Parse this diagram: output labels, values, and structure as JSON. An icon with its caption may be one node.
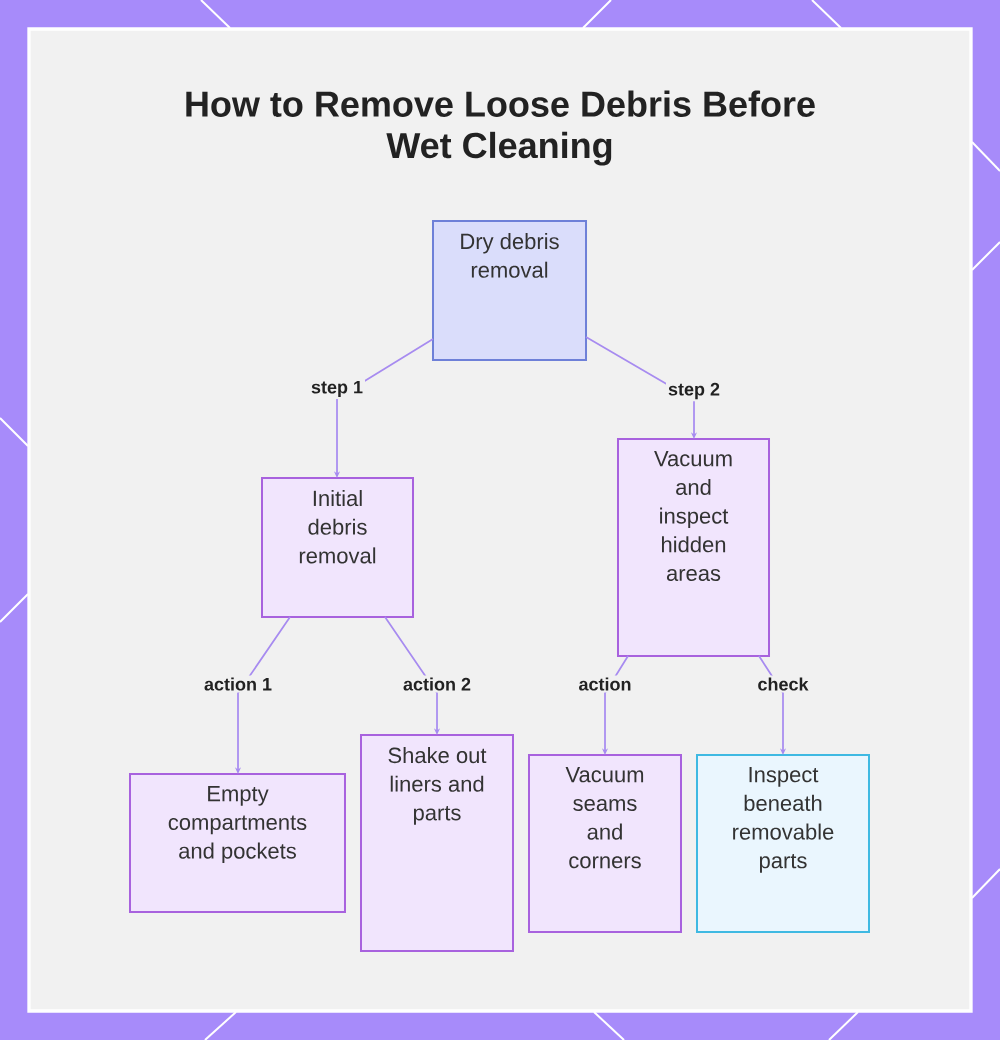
{
  "diagram": {
    "title": "How to Remove Loose Debris Before Wet Cleaning",
    "nodes": [
      {
        "text": [
          "Dry debris removal"
        ]
      },
      {
        "text": [
          "Initial debris removal"
        ]
      },
      {
        "text": [
          "Vacuum and inspect hidden areas"
        ]
      },
      {
        "text": [
          "Empty compartments and pockets"
        ]
      },
      {
        "text": [
          "Shake out liners and parts"
        ]
      },
      {
        "text": [
          "Vacuum seams and corners"
        ]
      },
      {
        "text": [
          "Inspect beneath removable parts"
        ]
      }
    ],
    "edges": [
      {
        "from": 0,
        "to": 1,
        "arrow": "to",
        "label": "step 1"
      },
      {
        "from": 0,
        "to": 2,
        "arrow": "to",
        "label": "step 2"
      },
      {
        "from": 1,
        "to": 3,
        "arrow": "to",
        "label": "action 1"
      },
      {
        "from": 1,
        "to": 4,
        "arrow": "to",
        "label": "action 2"
      },
      {
        "from": 2,
        "to": 5,
        "arrow": "to",
        "label": "action"
      },
      {
        "from": 2,
        "to": 6,
        "arrow": "to",
        "label": "check"
      }
    ]
  }
}
